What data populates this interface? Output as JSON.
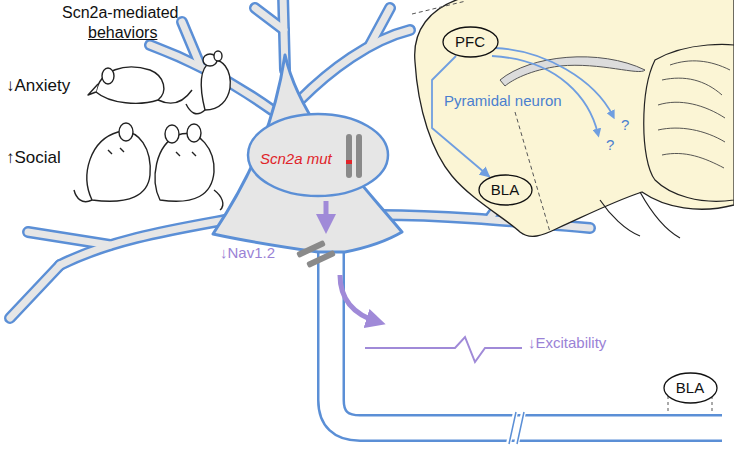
{
  "diagram": {
    "nodes": [
      {
        "text": [
          "PFC"
        ]
      },
      {
        "text": [
          "BLA"
        ]
      },
      {
        "text": [
          "Scn2a mut"
        ]
      },
      {
        "text": [
          "BLA"
        ]
      }
    ],
    "edges": [
      {
        "from": 0,
        "to": 1,
        "arrow": "to"
      }
    ],
    "labels": [
      "Scn2a-mediated",
      "behaviors",
      "↓Anxiety",
      "↑Social",
      "Pyramidal neuron",
      "↓Nav1.2",
      "↓Excitability",
      "?",
      "?"
    ]
  }
}
